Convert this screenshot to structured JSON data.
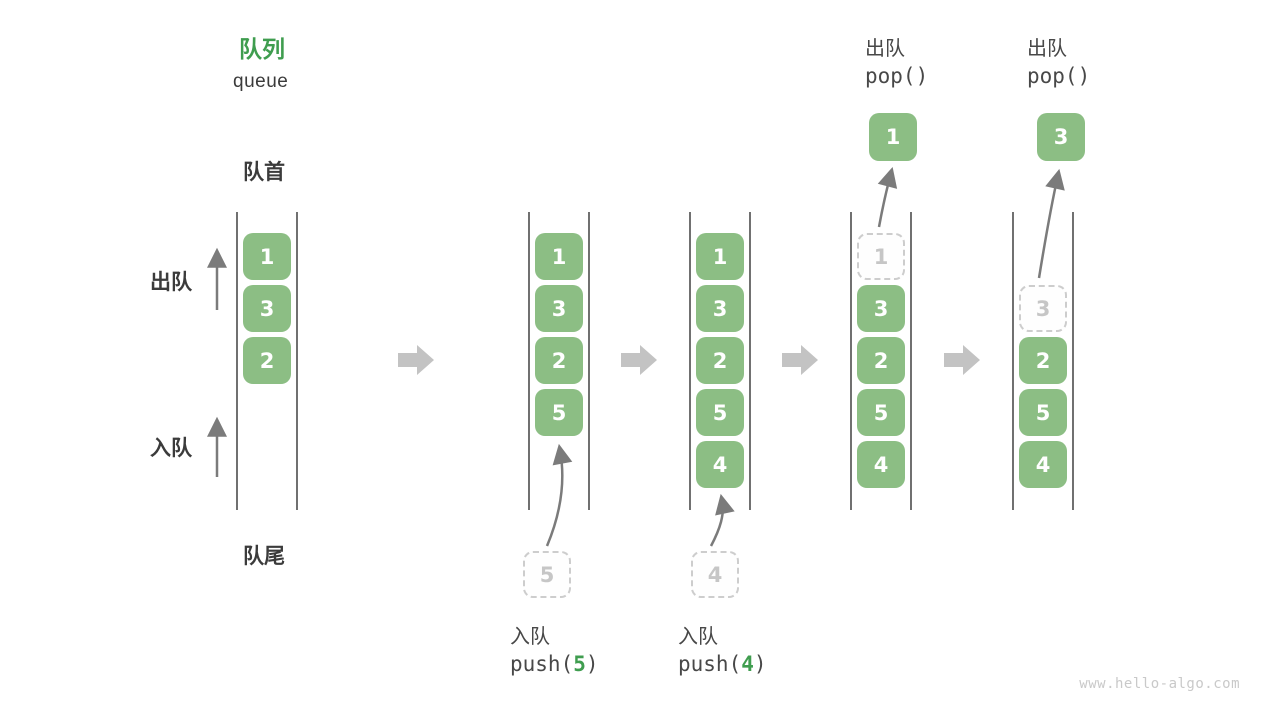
{
  "title": {
    "zh": "队列",
    "en": "queue"
  },
  "side_labels": {
    "front": "队首",
    "rear": "队尾",
    "dequeue": "出队",
    "enqueue": "入队"
  },
  "watermark": "www.hello-algo.com",
  "colors": {
    "box_green": "#8cbe84",
    "accent_green": "#3f9d4f",
    "text_dark": "#3b3b3b",
    "line_gray": "#4d4d4d",
    "thin_arrow_gray": "#7b7b7b",
    "block_arrow_gray": "#c3c3c3",
    "dashed_border_gray": "#cdcdcd",
    "watermark_gray": "#c9c9c9"
  },
  "stages": [
    {
      "name": "initial",
      "slots": [
        {
          "value": "1",
          "style": "solid"
        },
        {
          "value": "3",
          "style": "solid"
        },
        {
          "value": "2",
          "style": "solid"
        }
      ]
    },
    {
      "name": "push-5",
      "slots": [
        {
          "value": "1",
          "style": "solid"
        },
        {
          "value": "3",
          "style": "solid"
        },
        {
          "value": "2",
          "style": "solid"
        },
        {
          "value": "5",
          "style": "solid"
        }
      ],
      "incoming": {
        "value": "5"
      },
      "caption_bottom": {
        "zh": "入队",
        "code_pre": "push(",
        "arg": "5",
        "code_post": ")"
      }
    },
    {
      "name": "push-4",
      "slots": [
        {
          "value": "1",
          "style": "solid"
        },
        {
          "value": "3",
          "style": "solid"
        },
        {
          "value": "2",
          "style": "solid"
        },
        {
          "value": "5",
          "style": "solid"
        },
        {
          "value": "4",
          "style": "solid"
        }
      ],
      "incoming": {
        "value": "4"
      },
      "caption_bottom": {
        "zh": "入队",
        "code_pre": "push(",
        "arg": "4",
        "code_post": ")"
      }
    },
    {
      "name": "pop-1",
      "slots": [
        {
          "value": "1",
          "style": "dashed"
        },
        {
          "value": "3",
          "style": "solid"
        },
        {
          "value": "2",
          "style": "solid"
        },
        {
          "value": "5",
          "style": "solid"
        },
        {
          "value": "4",
          "style": "solid"
        }
      ],
      "popped": {
        "value": "1"
      },
      "caption_top": {
        "zh": "出队",
        "code": "pop()"
      }
    },
    {
      "name": "pop-3",
      "slots": [
        {
          "value": "",
          "style": "empty"
        },
        {
          "value": "3",
          "style": "dashed"
        },
        {
          "value": "2",
          "style": "solid"
        },
        {
          "value": "5",
          "style": "solid"
        },
        {
          "value": "4",
          "style": "solid"
        }
      ],
      "popped": {
        "value": "3"
      },
      "caption_top": {
        "zh": "出队",
        "code": "pop()"
      }
    }
  ]
}
